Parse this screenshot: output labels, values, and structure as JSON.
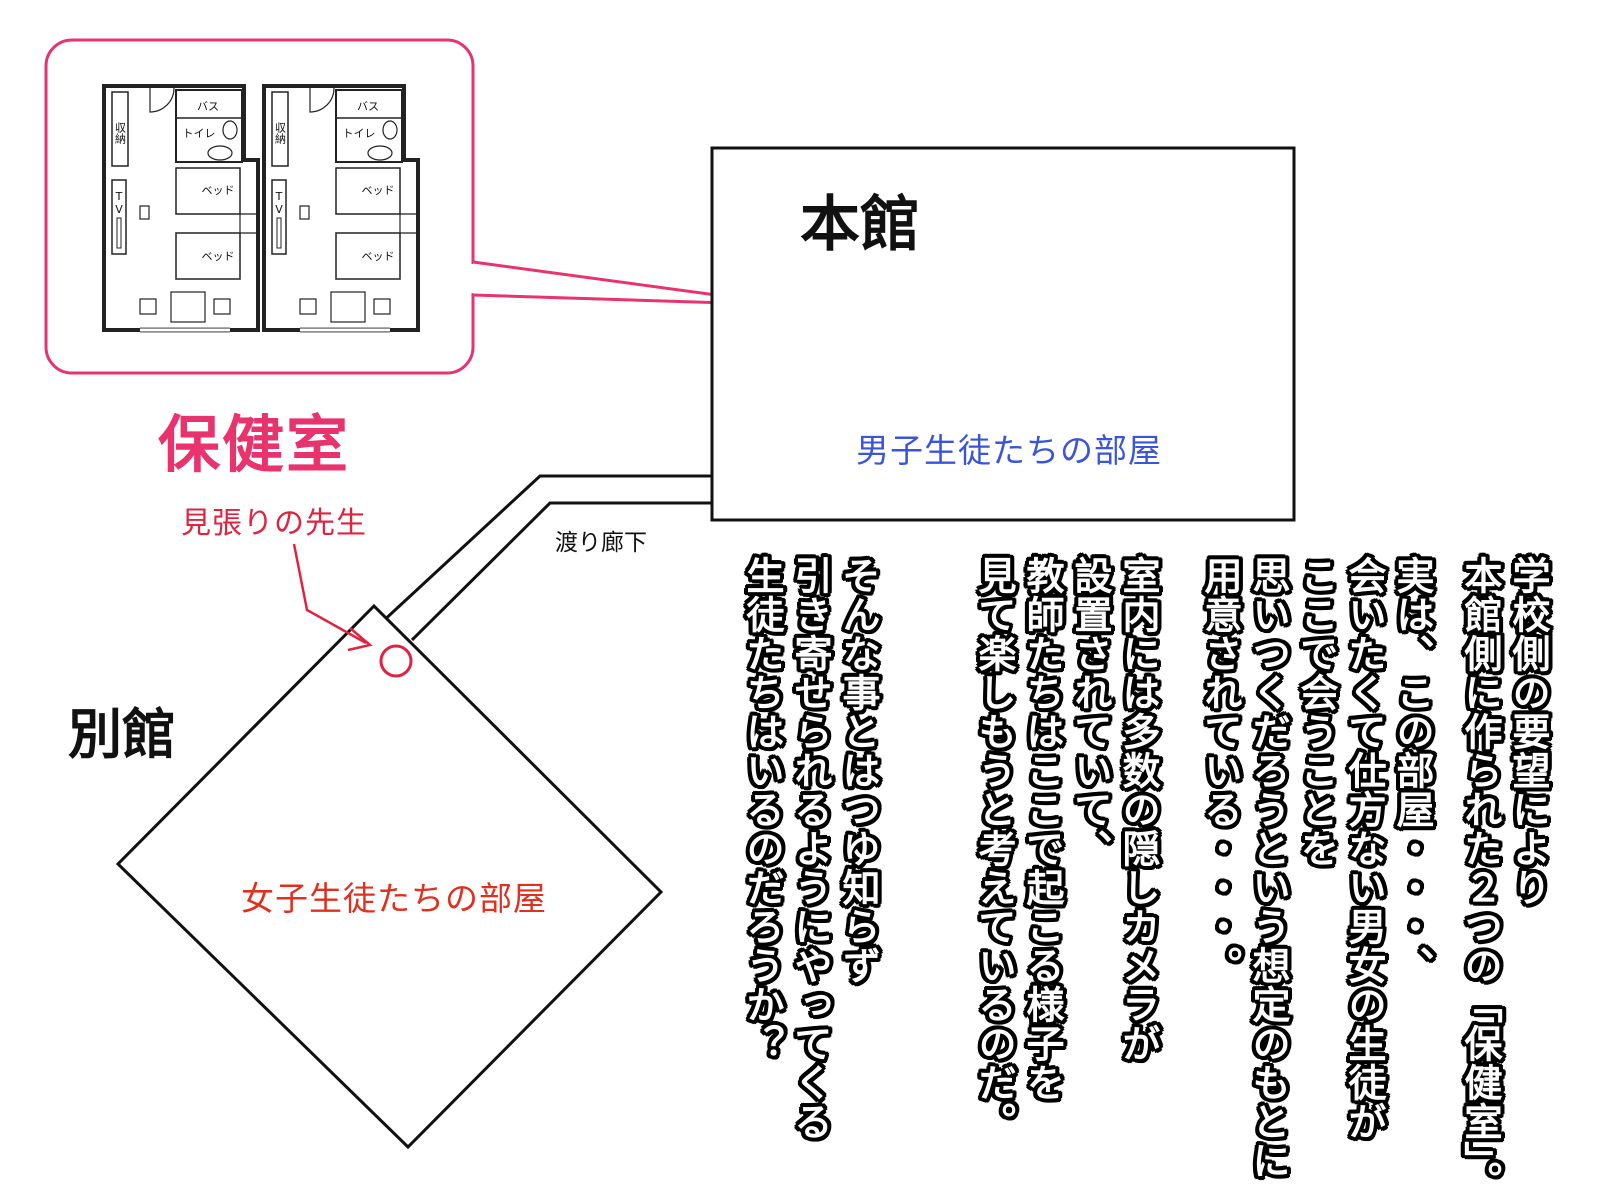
{
  "buildings": {
    "main": "本館",
    "annex": "別館",
    "health_room": "保健室",
    "boys_room": "男子生徒たちの部屋",
    "girls_room": "女子生徒たちの部屋",
    "corridor": "渡り廊下",
    "watcher": "見張りの先生"
  },
  "floorplan": {
    "bath": "バス",
    "toilet": "トイレ",
    "storage": "収納",
    "tv": "TV",
    "bed": "ベッド"
  },
  "narration": [
    "学校側の要望により",
    "本館側に作られた２つの「保健室」。",
    "実は、この部屋・・・、",
    "会いたくて仕方ない男女の生徒が",
    "ここで会うことを",
    "思いつくだろうという想定のもとに",
    "用意されている・・・。",
    "室内には多数の隠しカメラが",
    "設置されていて、",
    "教師たちはここで起こる様子を",
    "見て楽しもうと考えているのだ。",
    "そんな事とはつゆ知らず",
    "引き寄せられるようにやってくる",
    "生徒たちはいるのだろうか？"
  ],
  "colors": {
    "accent_pink": "#e8336e",
    "boys_blue": "#3a55d8",
    "girls_red": "#e03020"
  }
}
